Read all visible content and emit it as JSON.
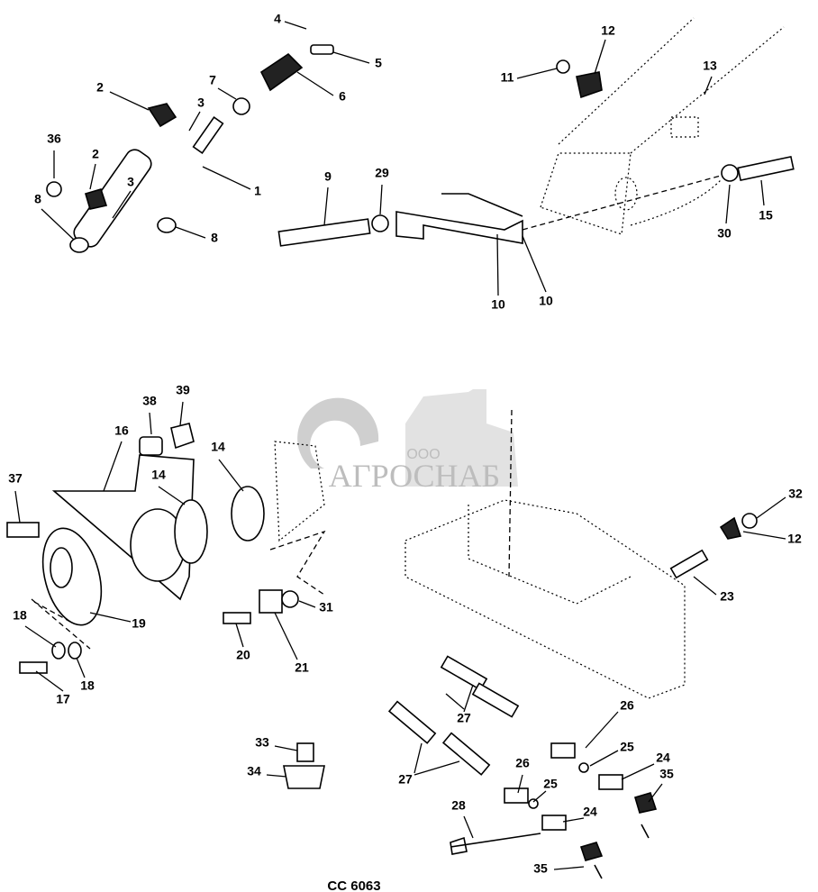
{
  "diagram_code": "CC 6063",
  "watermark": {
    "prefix": "ООО",
    "name": "АГРОСНАБ"
  },
  "callouts": [
    "4",
    "5",
    "12",
    "11",
    "13",
    "2",
    "7",
    "6",
    "3",
    "36",
    "2",
    "3",
    "1",
    "8",
    "8",
    "9",
    "29",
    "15",
    "30",
    "10",
    "10",
    "38",
    "39",
    "16",
    "14",
    "14",
    "37",
    "32",
    "12",
    "23",
    "31",
    "18",
    "19",
    "20",
    "21",
    "17",
    "18",
    "27",
    "26",
    "25",
    "24",
    "35",
    "33",
    "34",
    "27",
    "26",
    "25",
    "28",
    "24",
    "35"
  ]
}
